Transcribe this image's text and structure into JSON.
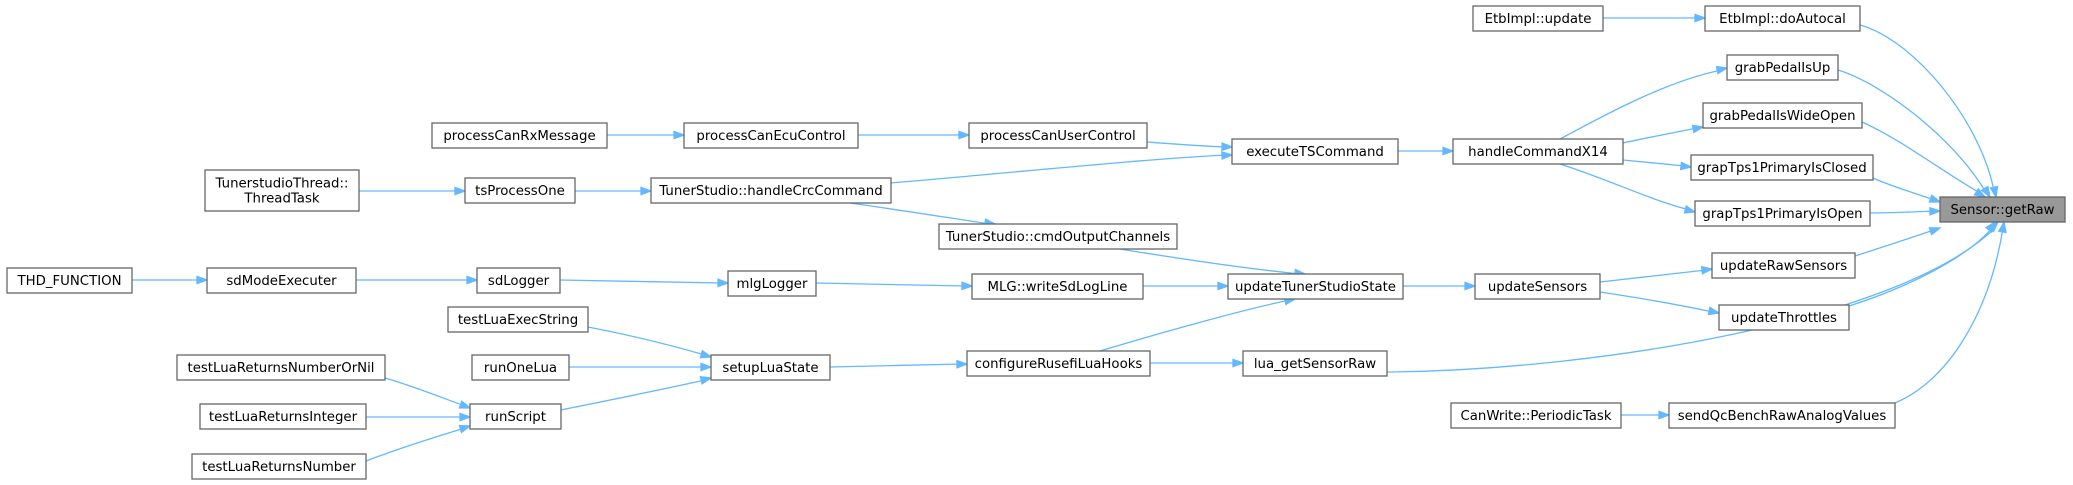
{
  "graph": {
    "root": "Sensor::getRaw",
    "nodes": [
      {
        "id": "n0",
        "label": [
          "Sensor::getRaw"
        ],
        "root": true
      },
      {
        "id": "n1",
        "label": [
          "EtbImpl::doAutocal"
        ]
      },
      {
        "id": "n2",
        "label": [
          "EtbImpl::update"
        ]
      },
      {
        "id": "n3",
        "label": [
          "grabPedalIsUp"
        ]
      },
      {
        "id": "n4",
        "label": [
          "handleCommandX14"
        ]
      },
      {
        "id": "n5",
        "label": [
          "executeTSCommand"
        ]
      },
      {
        "id": "n6",
        "label": [
          "processCanUserControl"
        ]
      },
      {
        "id": "n7",
        "label": [
          "processCanEcuControl"
        ]
      },
      {
        "id": "n8",
        "label": [
          "processCanRxMessage"
        ]
      },
      {
        "id": "n9",
        "label": [
          "TunerStudio::handleCrcCommand"
        ]
      },
      {
        "id": "n10",
        "label": [
          "tsProcessOne"
        ]
      },
      {
        "id": "n11",
        "label": [
          "TunerstudioThread::",
          "ThreadTask"
        ]
      },
      {
        "id": "n12",
        "label": [
          "grabPedalIsWideOpen"
        ]
      },
      {
        "id": "n13",
        "label": [
          "grapTps1PrimaryIsClosed"
        ]
      },
      {
        "id": "n14",
        "label": [
          "grapTps1PrimaryIsOpen"
        ]
      },
      {
        "id": "n15",
        "label": [
          "lua_getSensorRaw"
        ]
      },
      {
        "id": "n16",
        "label": [
          "configureRusefiLuaHooks"
        ]
      },
      {
        "id": "n17",
        "label": [
          "setupLuaState"
        ]
      },
      {
        "id": "n18",
        "label": [
          "runOneLua"
        ]
      },
      {
        "id": "n19",
        "label": [
          "runScript"
        ]
      },
      {
        "id": "n20",
        "label": [
          "testLuaReturnsInteger"
        ]
      },
      {
        "id": "n21",
        "label": [
          "testLuaReturnsNumber"
        ]
      },
      {
        "id": "n22",
        "label": [
          "testLuaReturnsNumberOrNil"
        ]
      },
      {
        "id": "n23",
        "label": [
          "testLuaExecString"
        ]
      },
      {
        "id": "n24",
        "label": [
          "sendQcBenchRawAnalogValues"
        ]
      },
      {
        "id": "n25",
        "label": [
          "CanWrite::PeriodicTask"
        ]
      },
      {
        "id": "n26",
        "label": [
          "updateRawSensors"
        ]
      },
      {
        "id": "n27",
        "label": [
          "updateSensors"
        ]
      },
      {
        "id": "n28",
        "label": [
          "updateTunerStudioState"
        ]
      },
      {
        "id": "n29",
        "label": [
          "MLG::writeSdLogLine"
        ]
      },
      {
        "id": "n30",
        "label": [
          "mlgLogger"
        ]
      },
      {
        "id": "n31",
        "label": [
          "sdLogger"
        ]
      },
      {
        "id": "n32",
        "label": [
          "sdModeExecuter"
        ]
      },
      {
        "id": "n33",
        "label": [
          "THD_FUNCTION"
        ]
      },
      {
        "id": "n34",
        "label": [
          "TunerStudio::cmdOutputChannels"
        ]
      },
      {
        "id": "n35",
        "label": [
          "updateThrottles"
        ]
      }
    ],
    "edges": [
      {
        "from": "n1",
        "to": "n0"
      },
      {
        "from": "n2",
        "to": "n1"
      },
      {
        "from": "n3",
        "to": "n0"
      },
      {
        "from": "n4",
        "to": "n3"
      },
      {
        "from": "n5",
        "to": "n4"
      },
      {
        "from": "n6",
        "to": "n5"
      },
      {
        "from": "n7",
        "to": "n6"
      },
      {
        "from": "n8",
        "to": "n7"
      },
      {
        "from": "n9",
        "to": "n5"
      },
      {
        "from": "n10",
        "to": "n9"
      },
      {
        "from": "n11",
        "to": "n10"
      },
      {
        "from": "n12",
        "to": "n0"
      },
      {
        "from": "n4",
        "to": "n12"
      },
      {
        "from": "n13",
        "to": "n0"
      },
      {
        "from": "n4",
        "to": "n13"
      },
      {
        "from": "n14",
        "to": "n0"
      },
      {
        "from": "n4",
        "to": "n14"
      },
      {
        "from": "n15",
        "to": "n0"
      },
      {
        "from": "n16",
        "to": "n15"
      },
      {
        "from": "n17",
        "to": "n16"
      },
      {
        "from": "n18",
        "to": "n17"
      },
      {
        "from": "n19",
        "to": "n17"
      },
      {
        "from": "n20",
        "to": "n19"
      },
      {
        "from": "n21",
        "to": "n19"
      },
      {
        "from": "n22",
        "to": "n19"
      },
      {
        "from": "n23",
        "to": "n17"
      },
      {
        "from": "n24",
        "to": "n0"
      },
      {
        "from": "n25",
        "to": "n24"
      },
      {
        "from": "n26",
        "to": "n0"
      },
      {
        "from": "n27",
        "to": "n26"
      },
      {
        "from": "n28",
        "to": "n27"
      },
      {
        "from": "n16",
        "to": "n28"
      },
      {
        "from": "n29",
        "to": "n28"
      },
      {
        "from": "n30",
        "to": "n29"
      },
      {
        "from": "n31",
        "to": "n30"
      },
      {
        "from": "n32",
        "to": "n31"
      },
      {
        "from": "n33",
        "to": "n32"
      },
      {
        "from": "n34",
        "to": "n28"
      },
      {
        "from": "n9",
        "to": "n34"
      },
      {
        "from": "n35",
        "to": "n0"
      },
      {
        "from": "n27",
        "to": "n35"
      }
    ]
  },
  "colors": {
    "edge": "#63b8ff",
    "node_border": "#666666",
    "node_fill": "#ffffff",
    "root_fill": "#999999",
    "text": "#000000"
  }
}
